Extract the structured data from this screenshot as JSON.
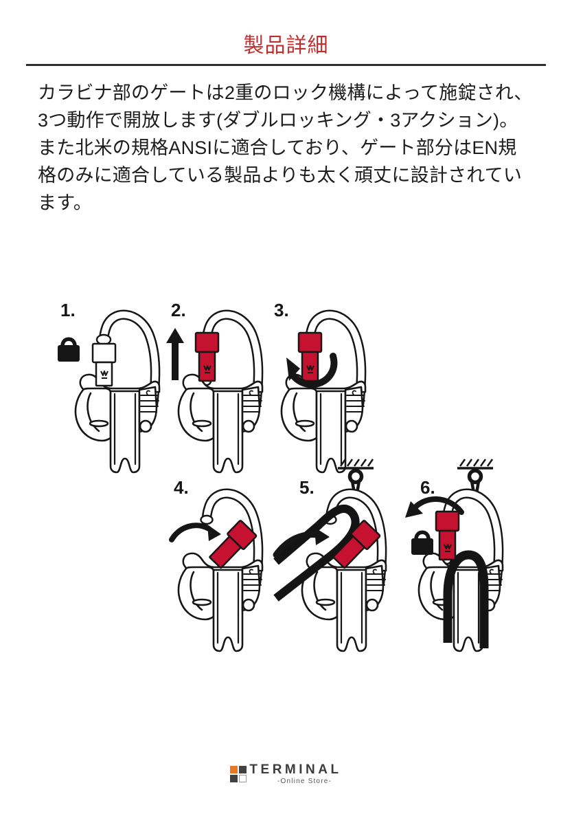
{
  "header": {
    "title": "製品詳細"
  },
  "description": "カラビナ部のゲートは2重のロック機構によって施錠され、\n3つ動作で開放します(ダブルロッキング・3アクション)。\nまた北米の規格ANSIに適合しており、ゲート部分はEN規\n格のみに適合している製品よりも太く頑丈に設計されてい\nます。",
  "figure": {
    "caption": "carabiner double-locking 3-action gate operation steps",
    "steps": [
      {
        "number": "1.",
        "icon": "padlock-locked-icon",
        "state": "gate locked, sleeve down (white)"
      },
      {
        "number": "2.",
        "icon": "arrow-up-icon",
        "state": "slide red sleeve up"
      },
      {
        "number": "3.",
        "icon": "rotate-arrow-icon",
        "state": "twist red sleeve"
      },
      {
        "number": "4.",
        "icon": "swing-arrow-icon",
        "state": "gate swings open inward"
      },
      {
        "number": "5.",
        "icon": "insert-arrow-icon",
        "state": "clip webbing through open gate at anchor"
      },
      {
        "number": "6.",
        "icon": "padlock-locked-icon",
        "state": "gate re-closed and locked on anchor with rope"
      }
    ]
  },
  "colors": {
    "title_red": "#c22e2e",
    "sleeve_red": "#c41230",
    "line_dark": "#2e2e2e",
    "logo_orange": "#ed7623",
    "logo_dark": "#414141"
  },
  "footer": {
    "brand": "TERMINAL",
    "tagline": "-Online Store-"
  }
}
